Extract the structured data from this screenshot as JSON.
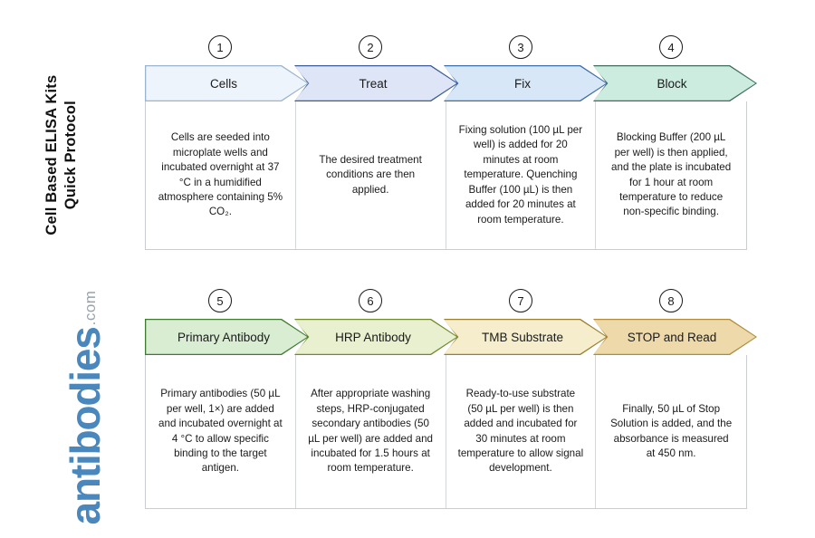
{
  "title": {
    "line1": "Cell Based ELISA Kits",
    "line2": "Quick Protocol"
  },
  "logo": {
    "name": "antibodies",
    "suffix": ".com",
    "color": "#4a87bd"
  },
  "rows": [
    {
      "id": "row-1",
      "steps": [
        {
          "number": "1",
          "label": "Cells",
          "fill": "#eef4fb",
          "border": "#9ab4cf",
          "body": "Cells are seeded into microplate wells and incubated overnight at 37 °C in a humidified atmosphere containing 5% CO₂."
        },
        {
          "number": "2",
          "label": "Treat",
          "fill": "#dde5f7",
          "border": "#3c5c96",
          "body": "The desired treatment conditions are then applied."
        },
        {
          "number": "3",
          "label": "Fix",
          "fill": "#d7e7f7",
          "border": "#3c6ea8",
          "body": "Fixing solution (100 µL per well) is added for 20 minutes at room temperature. Quenching Buffer (100 µL) is then added for 20 minutes at room temperature."
        },
        {
          "number": "4",
          "label": "Block",
          "fill": "#cdece0",
          "border": "#3f6f5c",
          "body": "Blocking Buffer (200 µL per well) is then applied, and the plate is incubated for 1 hour at room temperature to reduce non-specific binding."
        }
      ]
    },
    {
      "id": "row-2",
      "steps": [
        {
          "number": "5",
          "label": "Primary Antibody",
          "fill": "#d9edd2",
          "border": "#3f7a2e",
          "body": "Primary antibodies (50 µL per well, 1×) are added and incubated overnight at 4 °C to allow specific binding to the target antigen."
        },
        {
          "number": "6",
          "label": "HRP Antibody",
          "fill": "#e8f0cf",
          "border": "#6f8a2c",
          "body": "After appropriate washing steps, HRP-conjugated secondary antibodies (50 µL per well) are added and incubated for 1.5 hours at room temperature."
        },
        {
          "number": "7",
          "label": "TMB Substrate",
          "fill": "#f5edcc",
          "border": "#99802e",
          "body": "Ready-to-use substrate (50 µL per well) is then added and incubated for 30 minutes at room temperature to allow signal development."
        },
        {
          "number": "8",
          "label": "STOP and Read",
          "fill": "#eed9ab",
          "border": "#b08c3a",
          "body": "Finally, 50 µL of Stop Solution is added, and the absorbance is measured at 450 nm."
        }
      ]
    }
  ]
}
